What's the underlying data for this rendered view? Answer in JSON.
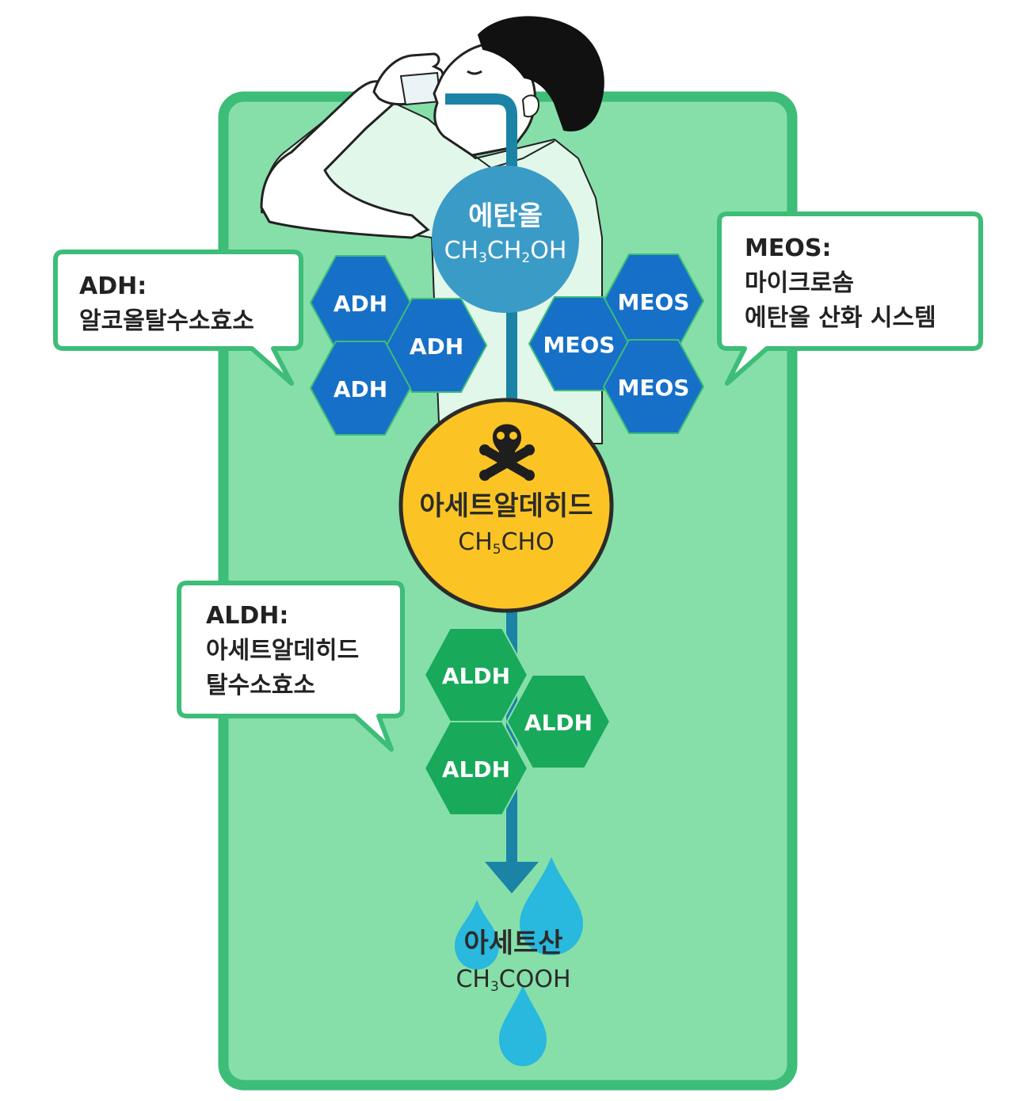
{
  "colors": {
    "panel_fill": "#86dfa9",
    "panel_border": "#3dbd78",
    "pipe": "#1b83a6",
    "ethanol_circle": "#3b9bc7",
    "adh_meos_hex": "#1670c8",
    "aldh_hex": "#18a95a",
    "acetaldehyde_circle": "#fbc424",
    "acetic_drop": "#29b8de",
    "callout_border": "#3dbd78"
  },
  "ethanol": {
    "name": "에탄올",
    "formula_parts": [
      "CH",
      "3",
      "CH",
      "2",
      "OH"
    ]
  },
  "acetaldehyde": {
    "name": "아세트알데히드",
    "formula_parts": [
      "CH",
      "5",
      "CHO"
    ],
    "icon": "skull-crossbones-icon"
  },
  "acetic_acid": {
    "name": "아세트산",
    "formula_parts": [
      "CH",
      "3",
      "COOH"
    ]
  },
  "enzymes": {
    "adh": [
      "ADH",
      "ADH",
      "ADH"
    ],
    "meos": [
      "MEOS",
      "MEOS",
      "MEOS"
    ],
    "aldh": [
      "ALDH",
      "ALDH",
      "ALDH"
    ]
  },
  "callouts": {
    "adh": {
      "lines": [
        "ADH:",
        "알코올탈수소효소"
      ]
    },
    "meos": {
      "lines": [
        "MEOS:",
        "마이크로솜",
        "에탄올 산화 시스템"
      ]
    },
    "aldh": {
      "lines": [
        "ALDH:",
        "아세트알데히드",
        "탈수소효소"
      ]
    }
  },
  "figure": {
    "depiction": "person-drinking-icon"
  }
}
